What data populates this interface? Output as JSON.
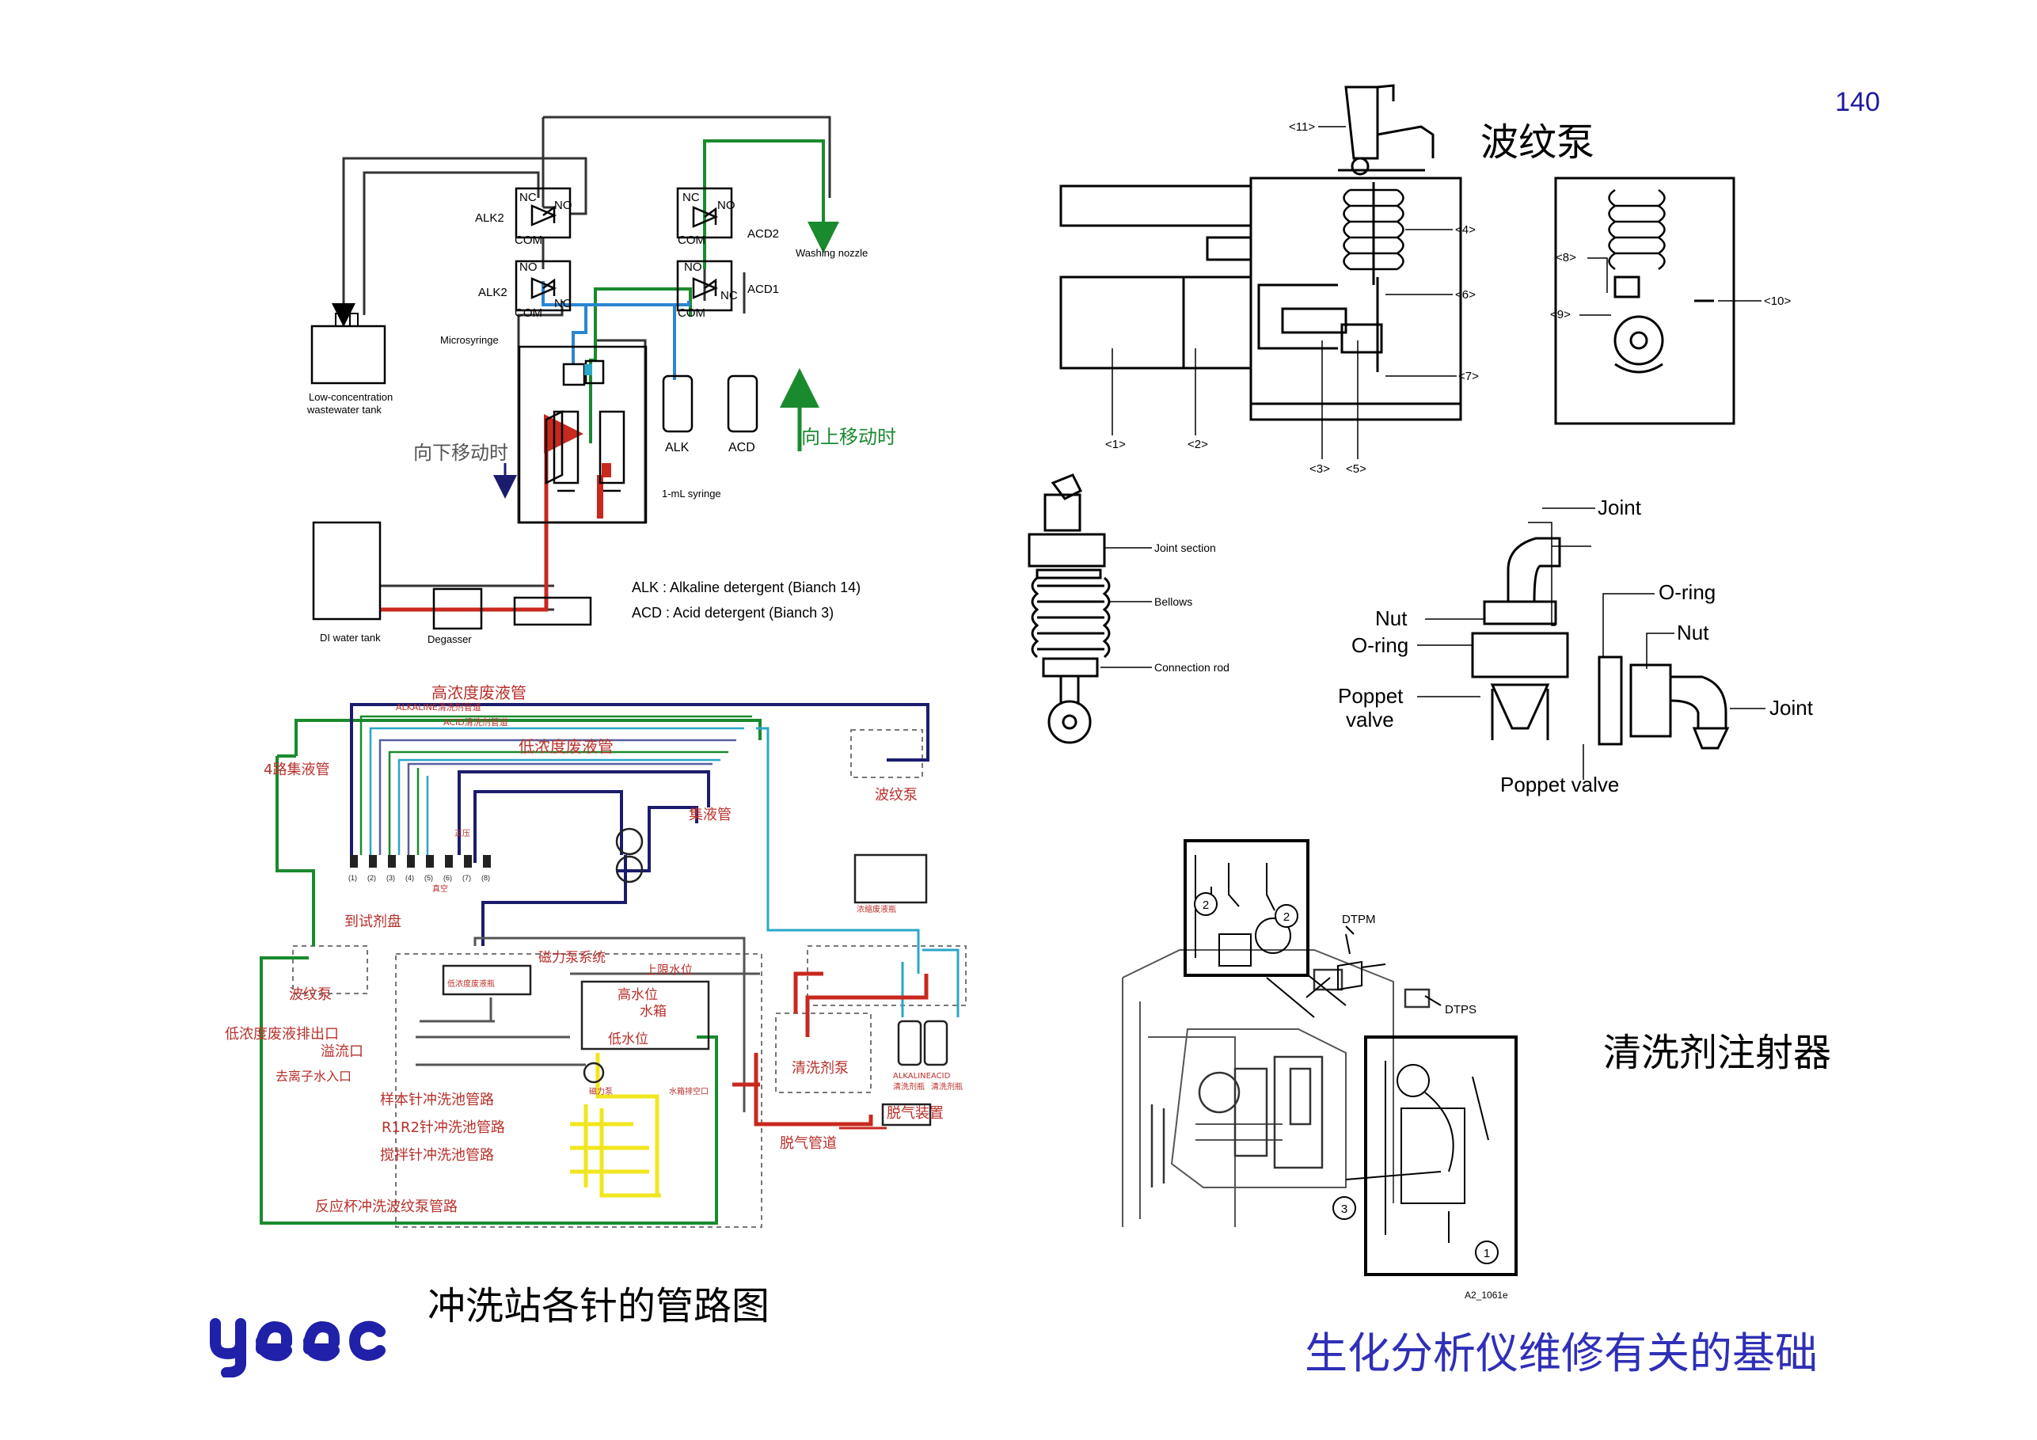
{
  "page_number": "140",
  "captions": {
    "left_diagram": "冲洗站各针的管路图",
    "pump": "波纹泵",
    "injector": "清洗剂注射器",
    "footer": "生化分析仪维修有关的基础"
  },
  "logo_text": "yeec",
  "washing_station_diagram": {
    "valves": [
      "ALK2",
      "ALK2",
      "ACD2",
      "ACD1"
    ],
    "valve_ports": {
      "nc": "NC",
      "no": "NO",
      "com": "COM"
    },
    "labels": {
      "washing_nozzle": "Washing nozzle",
      "low_tank": "Low-concentration",
      "low_tank_line2": "wastewater tank",
      "microsyringe": "Microsyringe",
      "syringe_1ml": "1-mL syringe",
      "alk": "ALK",
      "acd": "ACD",
      "di_tank": "DI water tank",
      "degasser": "Degasser",
      "moving_down": "向下移动时",
      "moving_up": "向上移动时"
    },
    "legend": [
      "ALK : Alkaline detergent (Bianch 14)",
      "ACD : Acid detergent (Bianch 3)"
    ]
  },
  "pipe_diagram": {
    "labels": {
      "high_conc_waste": "高浓度废液管",
      "alkaline_pipe": "ALKALINE清洗剂管道",
      "acid_pipe": "ACID清洗剂管道",
      "low_conc_waste": "低浓度废液管",
      "collector_4way": "4路集液管",
      "collector": "集液管",
      "bellows_pump_right": "波纹泵",
      "reagent_tray": "到试剂盘",
      "bellows_pump_left": "波纹泵",
      "magnetic_pump_system": "磁力泵系统",
      "upper_limit": "上限水位",
      "high_level": "高水位",
      "water_tank": "水箱",
      "low_level": "低水位",
      "low_waste_outlet": "低浓度废液排出口",
      "overflow": "溢流口",
      "di_inlet": "去离子水入口",
      "sample_probe_line": "样本针冲洗池管路",
      "r1r2_line": "R1R2针冲洗池管路",
      "stirrer_line": "搅拌针冲洗池管路",
      "reaction_cup_line": "反应杯冲洗波纹泵管路",
      "detergent_pump": "清洗剂泵",
      "degas_pipe": "脱气管道",
      "degas_device": "脱气装置",
      "conc_waste_bottle": "浓缩废液瓶",
      "low_waste_bottle": "低浓度废液瓶",
      "magnetic_pump": "磁力泵",
      "tank_drain": "水箱排空口",
      "alkaline_bottle": "ALKALINE",
      "acid_bottle": "ACID",
      "alkaline_bottle_cn": "清洗剂瓶",
      "acid_bottle_cn": "清洗剂瓶",
      "vacuum": "真空",
      "pressure": "正压",
      "nozzle_nums": [
        "(1)",
        "(2)",
        "(3)",
        "(4)",
        "(5)",
        "(6)",
        "(7)",
        "(8)"
      ]
    },
    "colors": {
      "green": "#1a8a2e",
      "navy": "#1c1c6e",
      "red": "#c8281e",
      "cyan": "#2aa6c8",
      "yellow": "#f0e61e",
      "grey": "#555555",
      "label_red": "#b8302a"
    }
  },
  "bellows_pump_diagram": {
    "callouts": [
      "<11>",
      "<4>",
      "<8>",
      "<6>",
      "<9>",
      "<10>",
      "<7>",
      "<1>",
      "<2>",
      "<3>",
      "<5>"
    ]
  },
  "bellows_detail": {
    "labels": [
      "Joint section",
      "Bellows",
      "Connection rod"
    ]
  },
  "valve_detail": {
    "labels": {
      "joint_top": "Joint",
      "nut_left": "Nut",
      "oring_left": "O-ring",
      "poppet_left": "Poppet",
      "poppet_left2": "valve",
      "oring_right": "O-ring",
      "nut_right": "Nut",
      "joint_right": "Joint",
      "poppet_bottom": "Poppet valve"
    }
  },
  "injector_diagram": {
    "labels": {
      "dtpm": "DTPM",
      "dtps": "DTPS",
      "code": "A2_1061e"
    },
    "callout_numbers": [
      "2",
      "2",
      "3",
      "1"
    ]
  }
}
